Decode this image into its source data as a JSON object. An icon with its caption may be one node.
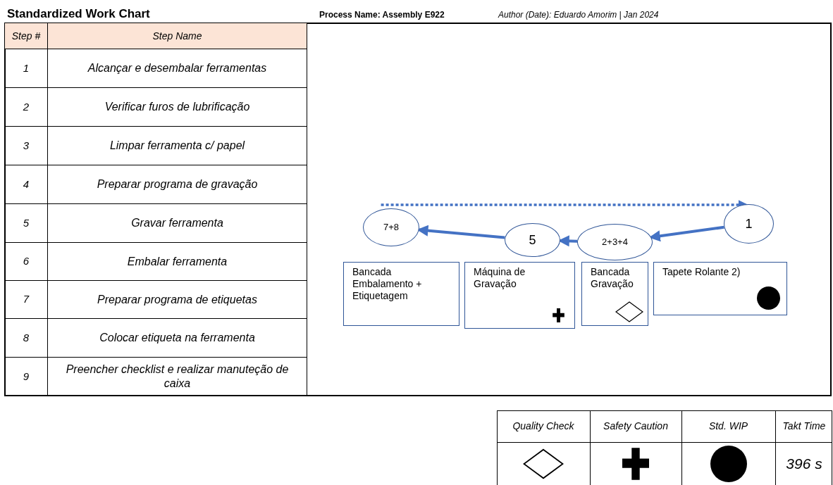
{
  "diagram": {
    "title": "Standardized Work Chart",
    "nodes": [
      {
        "text": [
          "7+8"
        ]
      },
      {
        "text": [
          "5"
        ]
      },
      {
        "text": [
          "2+3+4"
        ]
      },
      {
        "text": [
          "1"
        ]
      },
      {
        "text": [
          "Bancada Embalamento + Etiquetagem"
        ]
      },
      {
        "text": [
          "Máquina de Gravação"
        ]
      },
      {
        "text": [
          "Bancada Gravação"
        ]
      },
      {
        "text": [
          "Tapete Rolante 2)"
        ]
      }
    ],
    "edges": [
      {
        "from": 3,
        "to": 2,
        "arrow": "to"
      },
      {
        "from": 2,
        "to": 1,
        "arrow": "to"
      },
      {
        "from": 1,
        "to": 0,
        "arrow": "to"
      },
      {
        "from": 0,
        "to": 3,
        "arrow": "to",
        "style": "dashed"
      }
    ],
    "labels": [
      "Process Name: Assembly E922",
      "Author (Date): Eduardo Amorim | Jan 2024",
      "Step #",
      "Step Name",
      "1",
      "Alcançar e desembalar ferramentas",
      "2",
      "Verificar furos de lubrificação",
      "3",
      "Limpar ferramenta c/ papel",
      "4",
      "Preparar programa de gravação",
      "5",
      "Gravar ferramenta",
      "6",
      "Embalar ferramenta",
      "7",
      "Preparar programa de etiquetas",
      "8",
      "Colocar etiqueta na ferramenta",
      "9",
      "Preencher checklist e realizar manuteção de caixa",
      "Takt Time",
      "396 s"
    ],
    "legend": [
      {
        "text": "Quality Check"
      },
      {
        "text": "Safety Caution"
      },
      {
        "text": "Std. WIP"
      }
    ]
  }
}
